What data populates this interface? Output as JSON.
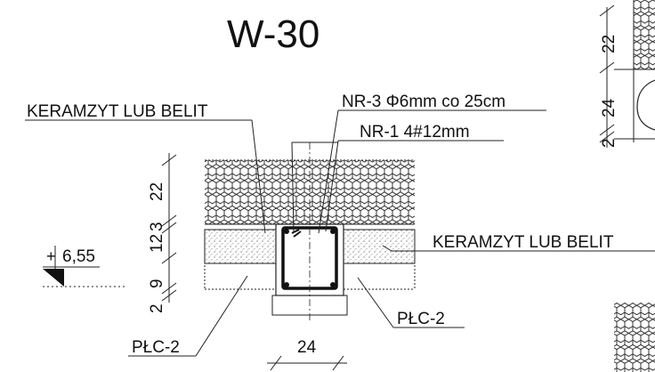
{
  "drawing": {
    "title": "W-30",
    "labels": {
      "fill_material_left": "KERAMZYT LUB BELIT",
      "fill_material_right": "KERAMZYT LUB BELIT",
      "stirrups": "NR-3  Φ6mm co 25cm",
      "main_bars": "NR-1  4#12mm",
      "slab_left": "PŁC-2",
      "slab_right": "PŁC-2",
      "level": "6,55",
      "level_sign": "+"
    },
    "dims_left": {
      "d1": "22",
      "d2": "3",
      "d3": "12",
      "d4": "9",
      "d5": "2"
    },
    "dim_bottom": "24",
    "dims_right": {
      "a": "22",
      "b": "24",
      "c": "2"
    }
  }
}
